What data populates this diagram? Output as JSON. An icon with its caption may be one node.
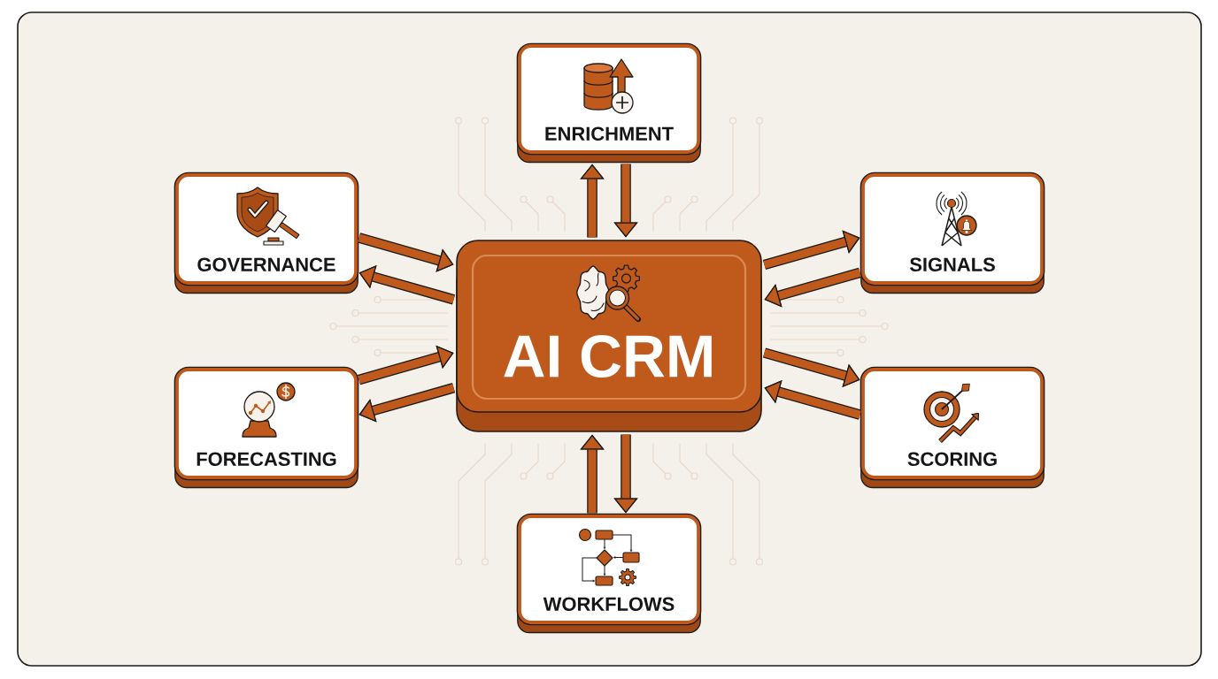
{
  "diagram": {
    "nodes": [
      {
        "text": [
          "ENRICHMENT"
        ]
      },
      {
        "text": [
          "GOVERNANCE"
        ]
      },
      {
        "text": [
          "SIGNALS"
        ]
      },
      {
        "text": [
          "AI CRM"
        ]
      },
      {
        "text": [
          "FORECASTING"
        ]
      },
      {
        "text": [
          "SCORING"
        ]
      },
      {
        "text": [
          "WORKFLOWS"
        ]
      }
    ],
    "edges": [
      {
        "from": 3,
        "to": 0,
        "arrow": "to"
      },
      {
        "from": 0,
        "to": 3,
        "arrow": "to"
      },
      {
        "from": 1,
        "to": 3,
        "arrow": "to"
      },
      {
        "from": 3,
        "to": 1,
        "arrow": "to"
      },
      {
        "from": 3,
        "to": 2,
        "arrow": "to"
      },
      {
        "from": 2,
        "to": 3,
        "arrow": "to"
      },
      {
        "from": 4,
        "to": 3,
        "arrow": "to"
      },
      {
        "from": 3,
        "to": 4,
        "arrow": "to"
      },
      {
        "from": 3,
        "to": 5,
        "arrow": "to"
      },
      {
        "from": 5,
        "to": 3,
        "arrow": "to"
      },
      {
        "from": 6,
        "to": 3,
        "arrow": "to"
      },
      {
        "from": 3,
        "to": 6,
        "arrow": "to"
      }
    ]
  }
}
